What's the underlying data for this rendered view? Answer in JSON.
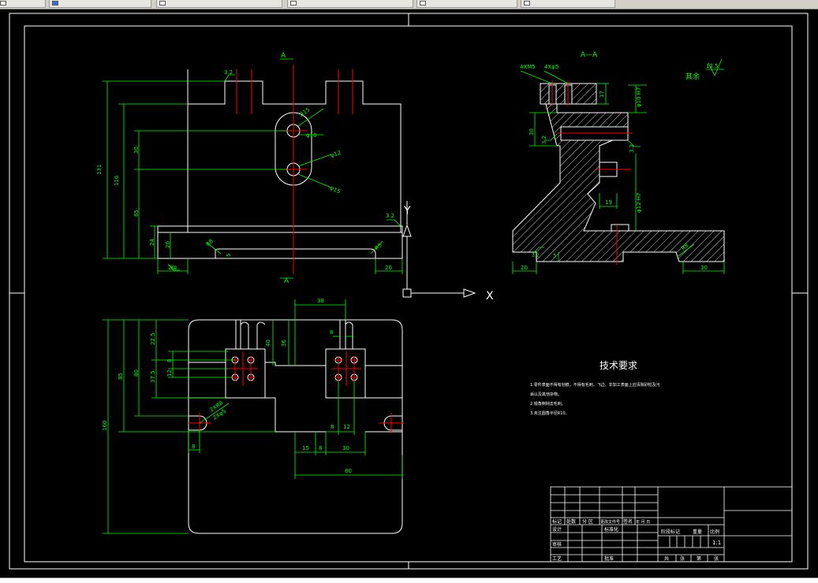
{
  "tabs": [
    {
      "label": ""
    },
    {
      "label": ""
    },
    {
      "label": ""
    },
    {
      "label": ""
    },
    {
      "label": ""
    },
    {
      "label": ""
    }
  ],
  "command_line": "",
  "colors": {
    "outline": "#ffffff",
    "dimension": "#00ff00",
    "centerline": "#ff0000",
    "hatch": "#ffffff"
  },
  "front_view": {
    "section_marker": "A",
    "roughness_top": "3.2",
    "roughness_right": "3.2",
    "roughness_bottom": "3.2",
    "dims": {
      "d131": "131",
      "d116": "116",
      "d30": "30",
      "d65": "65",
      "d24": "24",
      "d20v": "20",
      "d20a": "20",
      "d20b": "20",
      "d5": "5",
      "r8": "R8",
      "r5": "R5",
      "r15": "R15",
      "phi10": "φ10",
      "phi12": "φ12",
      "phi15": "φ15"
    }
  },
  "section_view": {
    "title": "A—A",
    "label_4m5": "4XM5",
    "label_4phi5": "4Xφ5",
    "d17": "17",
    "d10h7": "φ10 H7",
    "d30": "30",
    "d12h7": "φ12 H7",
    "d19": "19",
    "d5": "5",
    "d20": "20",
    "d30b": "30",
    "r8": "R8",
    "r3": "3.2",
    "r3b": "3.2",
    "r3c": "3.2",
    "other_label": "其余",
    "other_roughness": "12.5"
  },
  "top_view": {
    "dims": {
      "d38": "38",
      "d8": "8",
      "d36": "36",
      "d40": "40",
      "d22_5": "22.5",
      "d8b": "8",
      "d12": "12",
      "d37_5": "37.5",
      "d80": "80",
      "d85": "85",
      "d160": "160",
      "d2xr8": "2XR8",
      "d2xphi5": "2Xφ5",
      "d8c": "8",
      "d15": "15",
      "d8d": "8",
      "d8e": "8",
      "d12b": "12",
      "d30": "30",
      "d80b": "80"
    }
  },
  "ucs": {
    "x_label": "X",
    "y_label": "Y"
  },
  "tech_req": {
    "title": "技术要求",
    "lines": [
      "1.零件表面不得有划痕，不得有毛刺、飞边、非加工表面上应清除砂粒及污",
      "  垢以及其他杂物。",
      "2.锐角倒钝去毛刺。",
      "3.未注圆角半径R10。"
    ]
  },
  "title_block": {
    "cells": {
      "biaoji": "标记",
      "chushu": "处数",
      "fenqu": "分 区",
      "gengai": "更改文件号",
      "qianming": "签名",
      "nianyueri": "年 月 日",
      "sheji": "设计",
      "biaozhunhua": "标准化",
      "shenhe": "审核",
      "gongyi": "工艺",
      "pizhun": "批准",
      "jieduan": "阶段标记",
      "zhongliang": "重量",
      "bili": "比例",
      "scale": "1:1",
      "gong": "共",
      "zhang1": "张",
      "di": "第",
      "zhang2": "张"
    }
  }
}
